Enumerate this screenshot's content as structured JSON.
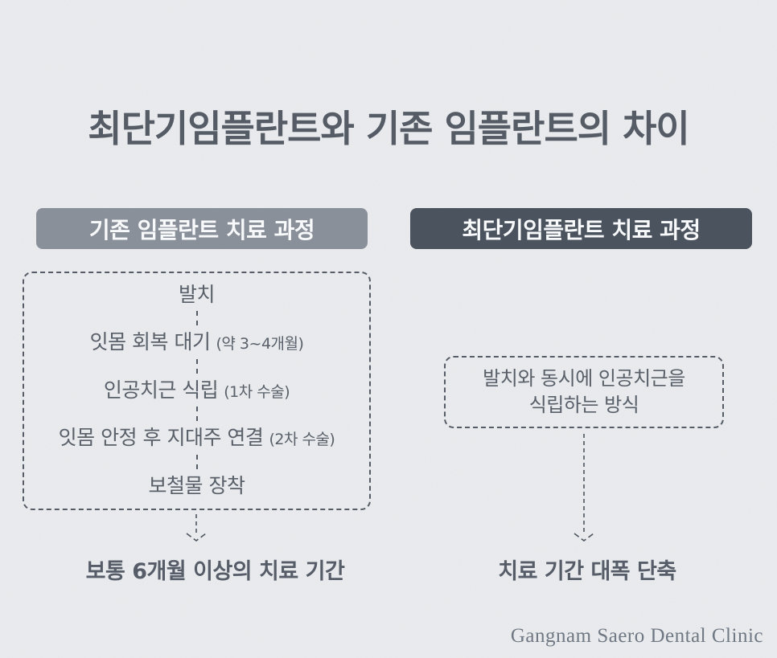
{
  "title": "최단기임플란트와 기존 임플란트의 차이",
  "colors": {
    "background": "#e9ebee",
    "badge_left": "#8a909a",
    "badge_right": "#4b535e",
    "text": "#565d68",
    "dashed_border": "#565c66",
    "footer_text": "#6f7883"
  },
  "left": {
    "badge": "기존 임플란트 치료 과정",
    "steps": [
      {
        "main": "발치",
        "note": ""
      },
      {
        "main": "잇몸 회복 대기",
        "note": "(약 3~4개월)"
      },
      {
        "main": "인공치근 식립",
        "note": "(1차 수술)"
      },
      {
        "main": "잇몸 안정 후 지대주 연결",
        "note": "(2차 수술)"
      },
      {
        "main": "보철물 장착",
        "note": ""
      }
    ],
    "result": "보통 6개월 이상의 치료 기간"
  },
  "right": {
    "badge": "최단기임플란트 치료 과정",
    "box_lines": [
      "발치와 동시에 인공치근을",
      "식립하는 방식"
    ],
    "result": "치료 기간 대폭 단축"
  },
  "footer": "Gangnam Saero Dental Clinic"
}
